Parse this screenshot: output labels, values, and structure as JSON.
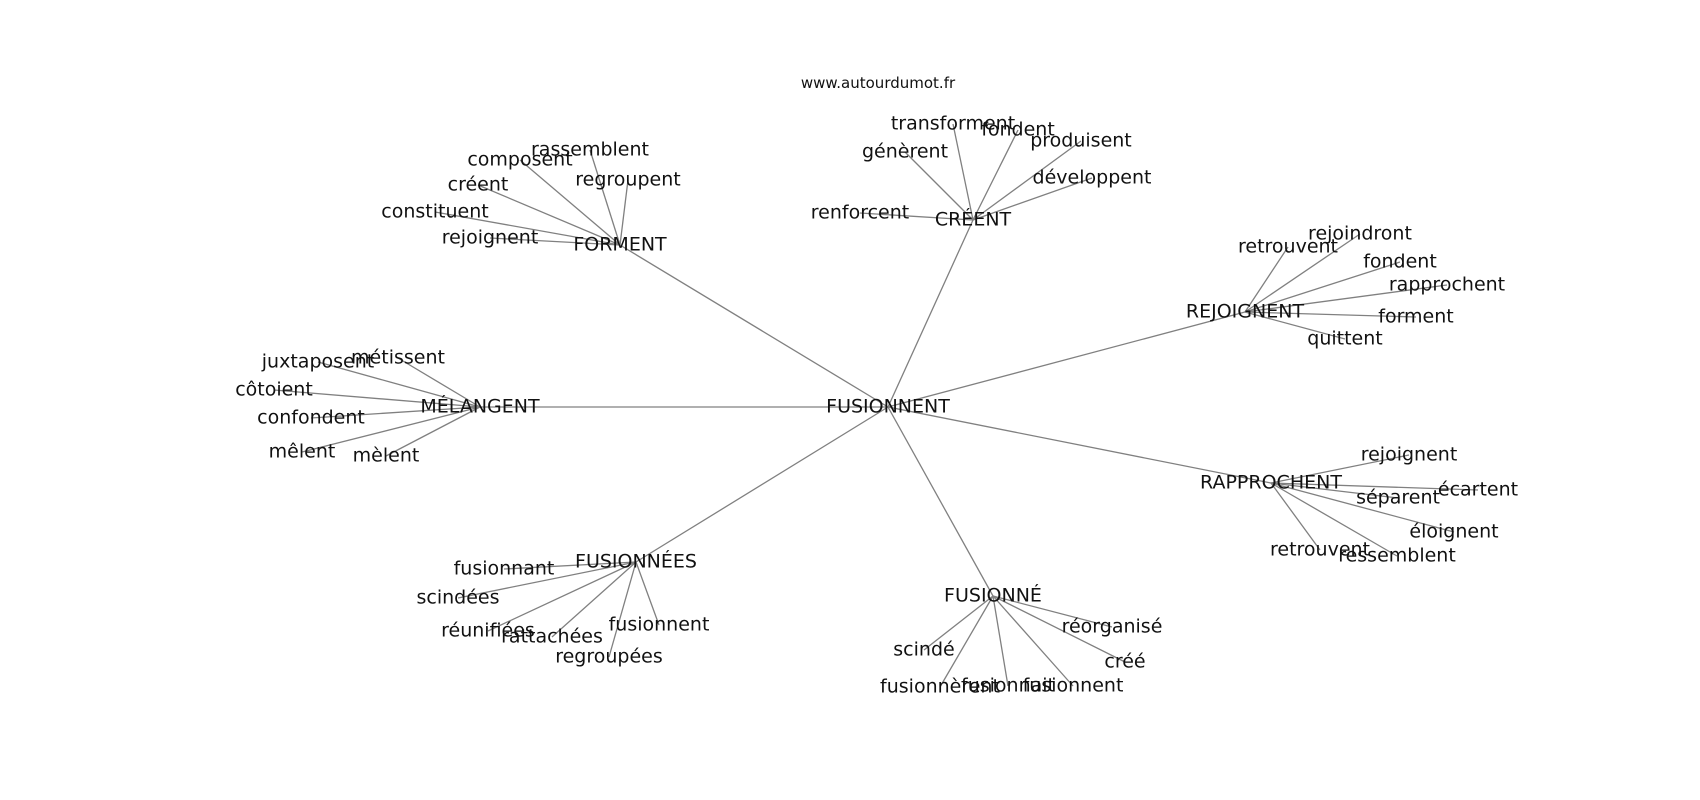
{
  "source": "www.autourdumot.fr",
  "graph": {
    "root": "FUSIONNENT",
    "hubs": [
      {
        "id": "forment",
        "label": "FORMENT",
        "leaves": [
          "rassemblent",
          "composent",
          "regroupent",
          "créent",
          "constituent",
          "rejoignent"
        ]
      },
      {
        "id": "creent",
        "label": "CRÉENT",
        "leaves": [
          "transforment",
          "fondent",
          "génèrent",
          "produisent",
          "développent",
          "renforcent"
        ]
      },
      {
        "id": "rejoignent",
        "label": "REJOIGNENT",
        "leaves": [
          "rejoindront",
          "retrouvent",
          "fondent",
          "rapprochent",
          "forment",
          "quittent"
        ]
      },
      {
        "id": "melangent",
        "label": "MÉLANGENT",
        "leaves": [
          "métissent",
          "juxtaposent",
          "côtoient",
          "confondent",
          "mêlent",
          "mèlent"
        ]
      },
      {
        "id": "rapprochent",
        "label": "RAPPROCHENT",
        "leaves": [
          "rejoignent",
          "écartent",
          "séparent",
          "éloignent",
          "retrouvent",
          "ressemblent"
        ]
      },
      {
        "id": "fusionnees",
        "label": "FUSIONNÉES",
        "leaves": [
          "fusionnant",
          "scindées",
          "réunifiées",
          "rattachées",
          "fusionnent",
          "regroupées"
        ]
      },
      {
        "id": "fusionne",
        "label": "FUSIONNÉ",
        "leaves": [
          "réorganisé",
          "scindé",
          "créé",
          "fusionnèrent",
          "fusionnait",
          "fusionnent"
        ]
      }
    ]
  }
}
